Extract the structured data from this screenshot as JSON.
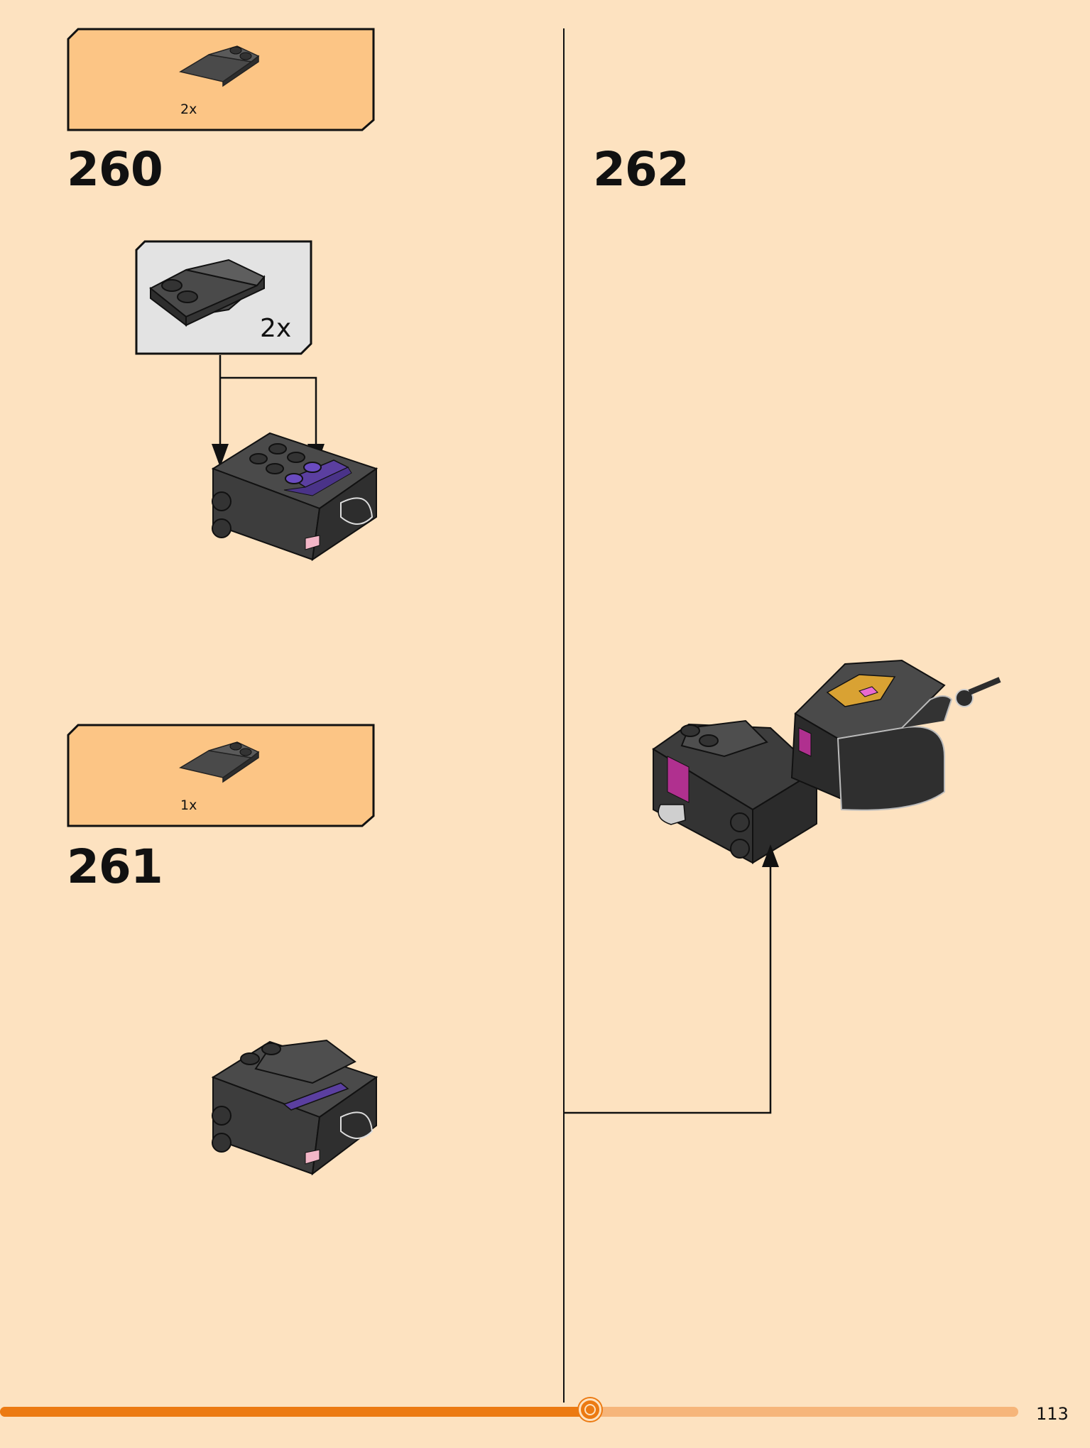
{
  "steps": [
    {
      "number": "260",
      "parts_qty": "2x",
      "subassembly_qty": "2x"
    },
    {
      "number": "261",
      "parts_qty": "1x"
    },
    {
      "number": "262"
    }
  ],
  "page_number": "113",
  "progress": {
    "fraction": 0.585
  },
  "colors": {
    "background": "#fde2c0",
    "parts_box": "#fcc585",
    "subassembly_box": "#e3e3e3",
    "progress_fill": "#ec7a12",
    "progress_track": "#f6b57a",
    "brick_dark": "#3a3a3a",
    "brick_purple": "#5b3fa0",
    "brick_magenta": "#b0308f",
    "brick_gold": "#d9a233"
  }
}
